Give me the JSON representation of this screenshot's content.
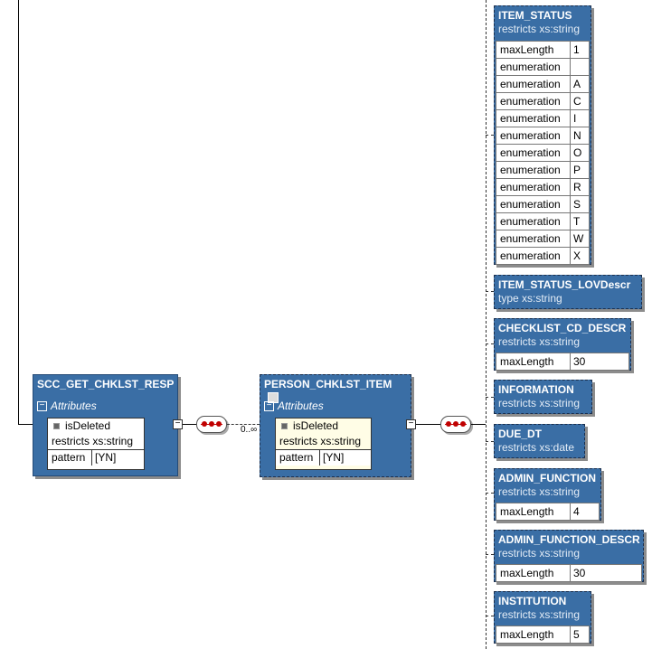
{
  "root": {
    "name": "SCC_GET_CHKLST_RESP",
    "attributes_label": "Attributes",
    "attr_name": "isDeleted",
    "attr_type": "restricts xs:string",
    "facet_name": "pattern",
    "facet_value": "[YN]"
  },
  "person": {
    "name": "PERSON_CHKLST_ITEM",
    "attributes_label": "Attributes",
    "attr_name": "isDeleted",
    "attr_type": "restricts xs:string",
    "facet_name": "pattern",
    "facet_value": "[YN]",
    "multiplicity": "0..∞"
  },
  "children": {
    "item_status": {
      "name": "ITEM_STATUS",
      "type": "restricts xs:string",
      "facets": [
        {
          "name": "maxLength",
          "value": "1"
        },
        {
          "name": "enumeration",
          "value": ""
        },
        {
          "name": "enumeration",
          "value": "A"
        },
        {
          "name": "enumeration",
          "value": "C"
        },
        {
          "name": "enumeration",
          "value": "I"
        },
        {
          "name": "enumeration",
          "value": "N"
        },
        {
          "name": "enumeration",
          "value": "O"
        },
        {
          "name": "enumeration",
          "value": "P"
        },
        {
          "name": "enumeration",
          "value": "R"
        },
        {
          "name": "enumeration",
          "value": "S"
        },
        {
          "name": "enumeration",
          "value": "T"
        },
        {
          "name": "enumeration",
          "value": "W"
        },
        {
          "name": "enumeration",
          "value": "X"
        }
      ]
    },
    "item_status_lov": {
      "name": "ITEM_STATUS_LOVDescr",
      "type": "type xs:string"
    },
    "checklist_cd_descr": {
      "name": "CHECKLIST_CD_DESCR",
      "type": "restricts xs:string",
      "facet_name": "maxLength",
      "facet_value": "30"
    },
    "information": {
      "name": "INFORMATION",
      "type": "restricts xs:string"
    },
    "due_dt": {
      "name": "DUE_DT",
      "type": "restricts xs:date"
    },
    "admin_function": {
      "name": "ADMIN_FUNCTION",
      "type": "restricts xs:string",
      "facet_name": "maxLength",
      "facet_value": "4"
    },
    "admin_function_descr": {
      "name": "ADMIN_FUNCTION_DESCR",
      "type": "restricts xs:string",
      "facet_name": "maxLength",
      "facet_value": "30"
    },
    "institution": {
      "name": "INSTITUTION",
      "type": "restricts xs:string",
      "facet_name": "maxLength",
      "facet_value": "5"
    }
  }
}
